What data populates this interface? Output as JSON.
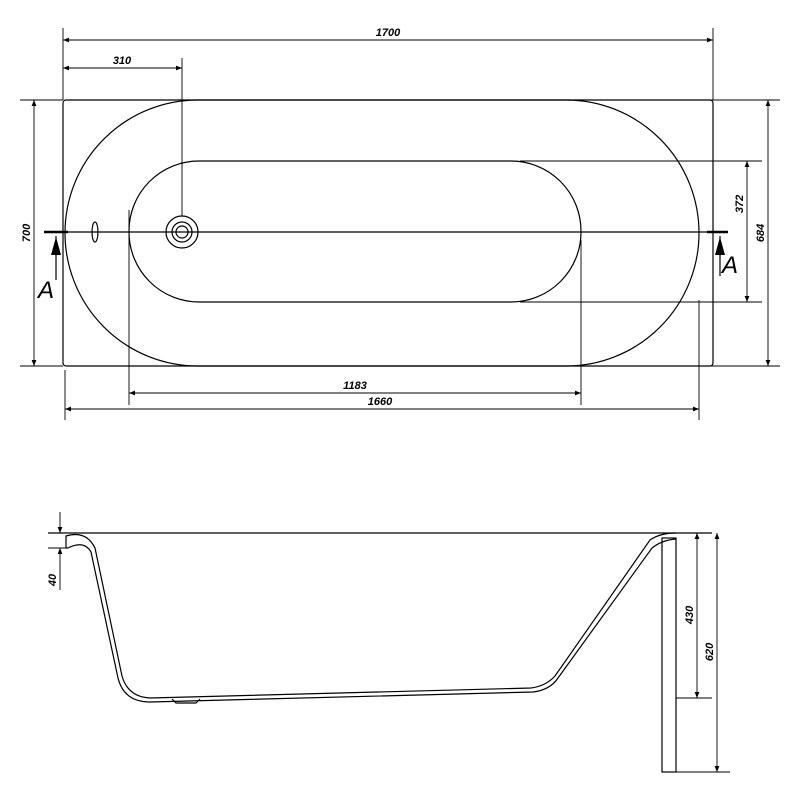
{
  "plan_view": {
    "dimensions": {
      "overall_length": "1700",
      "drain_offset": "310",
      "overall_width": "700",
      "inner_width": "372",
      "outer_width": "684",
      "inner_length": "1183",
      "outer_length": "1660"
    },
    "section_labels": {
      "left": "A",
      "right": "A"
    }
  },
  "section_view": {
    "dimensions": {
      "rim_thickness": "40",
      "depth": "430",
      "height": "620"
    }
  }
}
